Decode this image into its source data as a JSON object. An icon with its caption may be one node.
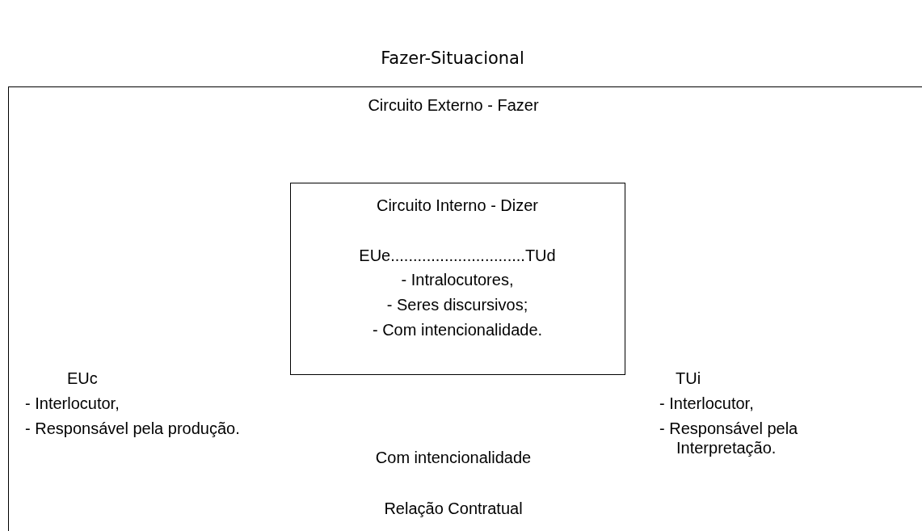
{
  "diagram": {
    "title": "Fazer-Situacional",
    "nodes": [
      {
        "text": [
          "Circuito Externo - Fazer",
          "EUc",
          "- Interlocutor,",
          "- Responsável pela produção.",
          "TUi",
          "- Interlocutor,",
          "- Responsável pela Interpretação.",
          "Com intencionalidade",
          "Relação Contratual"
        ]
      },
      {
        "text": [
          "Circuito Interno - Dizer",
          "EUe..............................TUd",
          "- Intralocutores,",
          "- Seres discursivos;",
          "- Com intencionalidade."
        ],
        "in": 0
      }
    ],
    "edges": []
  }
}
